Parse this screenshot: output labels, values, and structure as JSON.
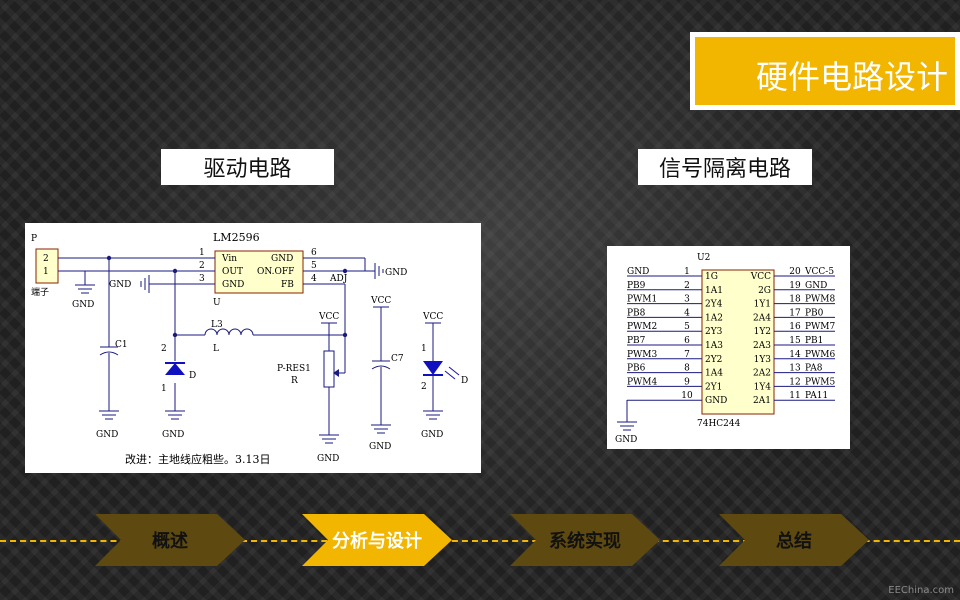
{
  "slide_title": "硬件电路设计",
  "section_labels": {
    "drive": "驱动电路",
    "isolation": "信号隔离电路"
  },
  "drive_circuit": {
    "connector": {
      "ref": "P",
      "pin2": "2",
      "pin1": "1",
      "name": "端子"
    },
    "regulator": {
      "part": "LM2596",
      "ref": "U",
      "pins_left": [
        {
          "num": "1",
          "name": "Vin"
        },
        {
          "num": "2",
          "name": "OUT"
        },
        {
          "num": "3",
          "name": "GND"
        }
      ],
      "pins_right": [
        {
          "num": "6",
          "name": "GND"
        },
        {
          "num": "5",
          "name": "ON.OFF"
        },
        {
          "num": "4",
          "name": "FB"
        }
      ],
      "adj_label": "ADJ"
    },
    "gnd": "GND",
    "vcc": "VCC",
    "c1": "C1",
    "c7": "C7",
    "inductor_ref": "L3",
    "inductor_name": "L",
    "diode": "D",
    "diode_pin_top": "2",
    "diode_pin_bot": "1",
    "pot_ref": "P-RES1",
    "pot_name": "R",
    "led": "D",
    "note": "改进：主地线应粗些。3.13日"
  },
  "isolation_circuit": {
    "ref": "U2",
    "part": "74HC244",
    "left_rows": [
      {
        "net": "GND",
        "pin": "1",
        "name": "1G"
      },
      {
        "net": "PB9",
        "pin": "2",
        "name": "1A1"
      },
      {
        "net": "PWM1",
        "pin": "3",
        "name": "2Y4"
      },
      {
        "net": "PB8",
        "pin": "4",
        "name": "1A2"
      },
      {
        "net": "PWM2",
        "pin": "5",
        "name": "2Y3"
      },
      {
        "net": "PB7",
        "pin": "6",
        "name": "1A3"
      },
      {
        "net": "PWM3",
        "pin": "7",
        "name": "2Y2"
      },
      {
        "net": "PB6",
        "pin": "8",
        "name": "1A4"
      },
      {
        "net": "PWM4",
        "pin": "9",
        "name": "2Y1"
      },
      {
        "net": "",
        "pin": "10",
        "name": "GND"
      }
    ],
    "right_rows": [
      {
        "name": "VCC",
        "pin": "20",
        "net": "VCC-5"
      },
      {
        "name": "2G",
        "pin": "19",
        "net": "GND"
      },
      {
        "name": "1Y1",
        "pin": "18",
        "net": "PWM8"
      },
      {
        "name": "2A4",
        "pin": "17",
        "net": "PB0"
      },
      {
        "name": "1Y2",
        "pin": "16",
        "net": "PWM7"
      },
      {
        "name": "2A3",
        "pin": "15",
        "net": "PB1"
      },
      {
        "name": "1Y3",
        "pin": "14",
        "net": "PWM6"
      },
      {
        "name": "2A2",
        "pin": "13",
        "net": "PA8"
      },
      {
        "name": "1Y4",
        "pin": "12",
        "net": "PWM5"
      },
      {
        "name": "2A1",
        "pin": "11",
        "net": "PA11"
      }
    ],
    "gnd": "GND"
  },
  "nav": [
    {
      "label": "概述",
      "active": false
    },
    {
      "label": "分析与设计",
      "active": true
    },
    {
      "label": "系统实现",
      "active": false
    },
    {
      "label": "总结",
      "active": false
    }
  ],
  "colors": {
    "accent": "#f2b600",
    "chevron_inactive": "#5e4a10",
    "schematic_blue": "#1010c0",
    "wire": "#1a1a80"
  },
  "watermark": "EEChina.com"
}
